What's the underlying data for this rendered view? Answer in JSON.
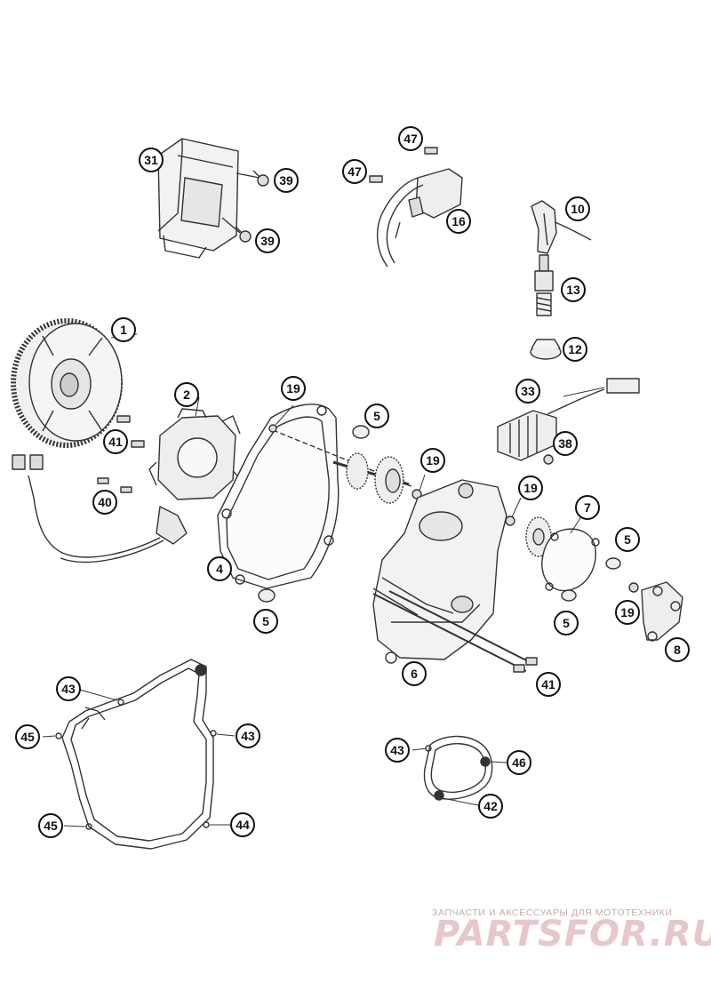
{
  "callouts": [
    {
      "id": "c31",
      "label": "31"
    },
    {
      "id": "c39a",
      "label": "39"
    },
    {
      "id": "c39b",
      "label": "39"
    },
    {
      "id": "c47a",
      "label": "47"
    },
    {
      "id": "c47b",
      "label": "47"
    },
    {
      "id": "c16",
      "label": "16"
    },
    {
      "id": "c10",
      "label": "10"
    },
    {
      "id": "c13",
      "label": "13"
    },
    {
      "id": "c12",
      "label": "12"
    },
    {
      "id": "c1",
      "label": "1"
    },
    {
      "id": "c2",
      "label": "2"
    },
    {
      "id": "c19a",
      "label": "19"
    },
    {
      "id": "c5a",
      "label": "5"
    },
    {
      "id": "c33",
      "label": "33"
    },
    {
      "id": "c41a",
      "label": "41"
    },
    {
      "id": "c38",
      "label": "38"
    },
    {
      "id": "c19b",
      "label": "19"
    },
    {
      "id": "c19c",
      "label": "19"
    },
    {
      "id": "c40",
      "label": "40"
    },
    {
      "id": "c7",
      "label": "7"
    },
    {
      "id": "c5b",
      "label": "5"
    },
    {
      "id": "c4",
      "label": "4"
    },
    {
      "id": "c5c",
      "label": "5"
    },
    {
      "id": "c19d",
      "label": "19"
    },
    {
      "id": "c5d",
      "label": "5"
    },
    {
      "id": "c8",
      "label": "8"
    },
    {
      "id": "c6",
      "label": "6"
    },
    {
      "id": "c41b",
      "label": "41"
    },
    {
      "id": "c43a",
      "label": "43"
    },
    {
      "id": "c45a",
      "label": "45"
    },
    {
      "id": "c43b",
      "label": "43"
    },
    {
      "id": "c43c",
      "label": "43"
    },
    {
      "id": "c46",
      "label": "46"
    },
    {
      "id": "c42",
      "label": "42"
    },
    {
      "id": "c45b",
      "label": "45"
    },
    {
      "id": "c44",
      "label": "44"
    }
  ],
  "watermark": {
    "tagline": "ЗАПЧАСТИ И АКСЕССУАРЫ ДЛЯ МОТОТЕХНИКИ",
    "logo": "PARTSFOR.RU",
    "color": "#e7c7cc"
  },
  "colors": {
    "line": "#333333",
    "fill": "#e8e8e8",
    "dark": "#555555"
  }
}
